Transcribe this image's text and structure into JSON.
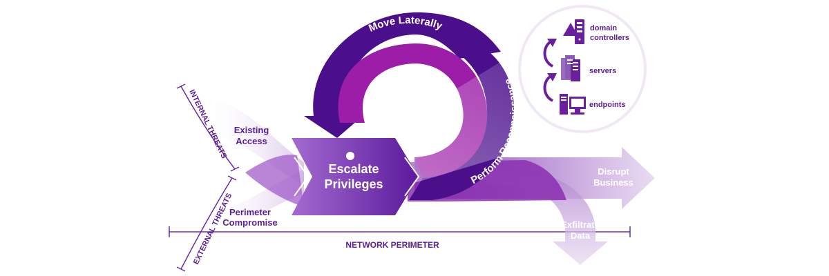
{
  "stages": {
    "escalate": {
      "line1": "Escalate",
      "line2": "Privileges"
    },
    "move": "Move Laterally",
    "recon": "Perform Reconnaissance"
  },
  "threats": {
    "internal": "INTERNAL THREATS",
    "external": "EXTERNAL THREATS"
  },
  "entries": {
    "existing": {
      "line1": "Existing",
      "line2": "Access"
    },
    "perimeter": {
      "line1": "Perimeter",
      "line2": "Compromise"
    }
  },
  "outcomes": {
    "disrupt": {
      "line1": "Disrupt",
      "line2": "Business"
    },
    "exfiltrate": {
      "line1": "Exfiltrate",
      "line2": "Data"
    }
  },
  "perimeter_label": "NETWORK PERIMETER",
  "targets": {
    "domain_controllers": {
      "line1": "domain",
      "line2": "controllers",
      "icon": "domain-controller-icon"
    },
    "servers": {
      "label": "servers",
      "icon": "server-rack-icon"
    },
    "endpoints": {
      "label": "endpoints",
      "icon": "desktop-computer-icon"
    }
  },
  "colors": {
    "dark_purple": "#4b0f8c",
    "magenta": "#9c1ea8",
    "light_purple": "#d8c6e6",
    "text_purple": "#5a1f95"
  }
}
